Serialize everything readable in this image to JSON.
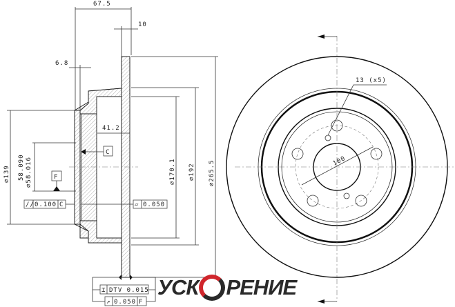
{
  "side_view": {
    "dim_overall_width": "67.5",
    "dim_disc_thickness": "10",
    "dim_hub_thickness": "6.8",
    "dim_hat_depth": "41.2",
    "dim_hub_diameter": "⌀139",
    "dim_bore_max": "58.090",
    "dim_bore_min": "⌀58.016",
    "dim_hat_inner": "⌀170.1",
    "dim_hat_outer": "⌀192",
    "dim_disc_outer": "⌀265.5",
    "datum_c": "C",
    "datum_f": "F",
    "parallelism": {
      "symbol": "//",
      "value": "0.100",
      "datum": "C"
    },
    "flatness": {
      "symbol": "▱",
      "value": "0.050"
    },
    "dtv": {
      "symbol": "⌶",
      "value": "DTV 0.015"
    },
    "runout": {
      "symbol": "↗",
      "value": "0.050",
      "datum": "F"
    }
  },
  "front_view": {
    "hole_label": "13 (x5)",
    "pcd_label": "100"
  },
  "logo": {
    "left": "УСК",
    "right": "РЕНИЕ",
    "colors": {
      "red": "#d0262c",
      "dark": "#2a2a2a"
    }
  }
}
